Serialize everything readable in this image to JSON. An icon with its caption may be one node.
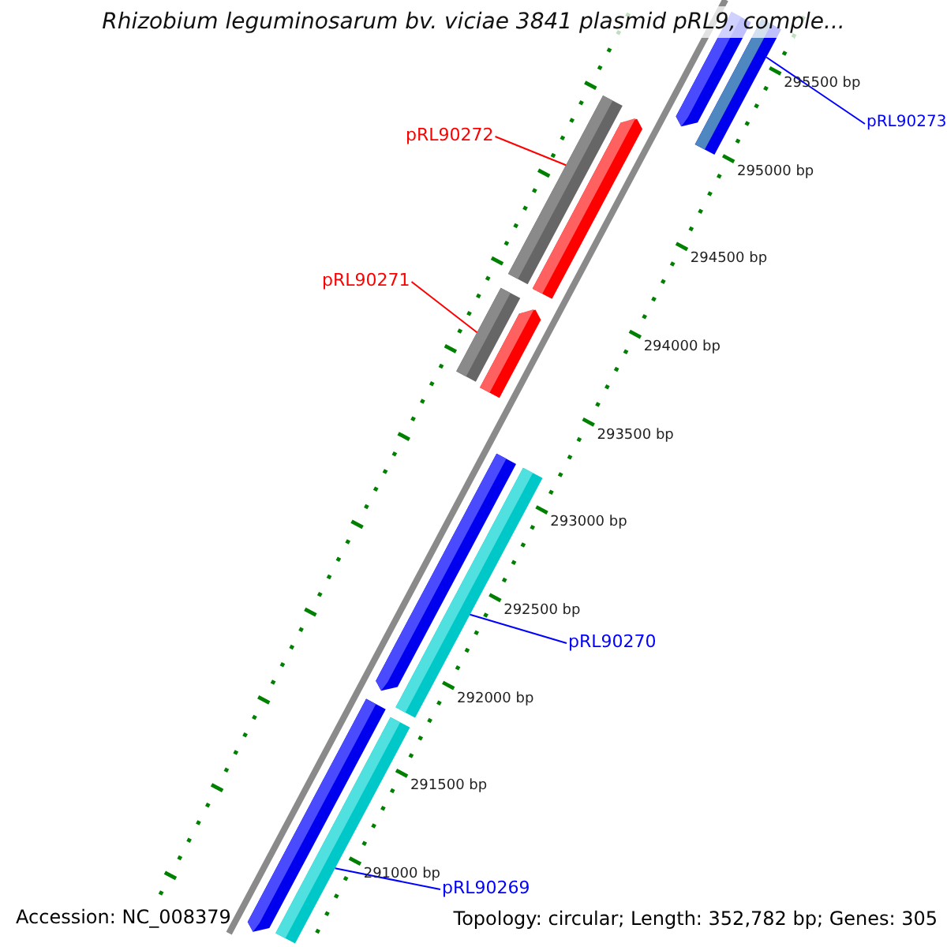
{
  "diagram": {
    "title": "Rhizobium leguminosarum bv. viciae 3841 plasmid pRL9, comple...",
    "nodes": [
      {
        "text": [
          "pRL90272"
        ]
      },
      {
        "text": [],
        "shape": "bar"
      },
      {
        "text": [
          "pRL90271"
        ]
      },
      {
        "text": [],
        "shape": "bar"
      },
      {
        "text": [
          "pRL90273"
        ]
      },
      {
        "text": [],
        "shape": "bar"
      },
      {
        "text": [
          "pRL90270"
        ]
      },
      {
        "text": [],
        "shape": "bar"
      },
      {
        "text": [
          "pRL90269"
        ]
      },
      {
        "text": [],
        "shape": "bar"
      },
      {
        "text": [],
        "shape": "arrow"
      },
      {
        "text": [],
        "shape": "arrow"
      },
      {
        "text": [],
        "shape": "arrow"
      },
      {
        "text": [],
        "shape": "arrow"
      },
      {
        "text": [],
        "shape": "arrow"
      }
    ],
    "edges": [
      {
        "from": 0,
        "to": 1,
        "arrow": "none",
        "color": "#ff0000"
      },
      {
        "from": 2,
        "to": 3,
        "arrow": "none",
        "color": "#ff0000"
      },
      {
        "from": 4,
        "to": 5,
        "arrow": "none"
      },
      {
        "from": 6,
        "to": 7,
        "arrow": "none"
      },
      {
        "from": 8,
        "to": 9,
        "arrow": "none"
      }
    ],
    "labels": [
      "295500 bp",
      "295000 bp",
      "294500 bp",
      "294000 bp",
      "293500 bp",
      "293000 bp",
      "292500 bp",
      "292000 bp",
      "291500 bp",
      "291000 bp",
      "Accession: NC_008379",
      "Topology: circular; Length: 352,782 bp; Genes: 305"
    ]
  }
}
